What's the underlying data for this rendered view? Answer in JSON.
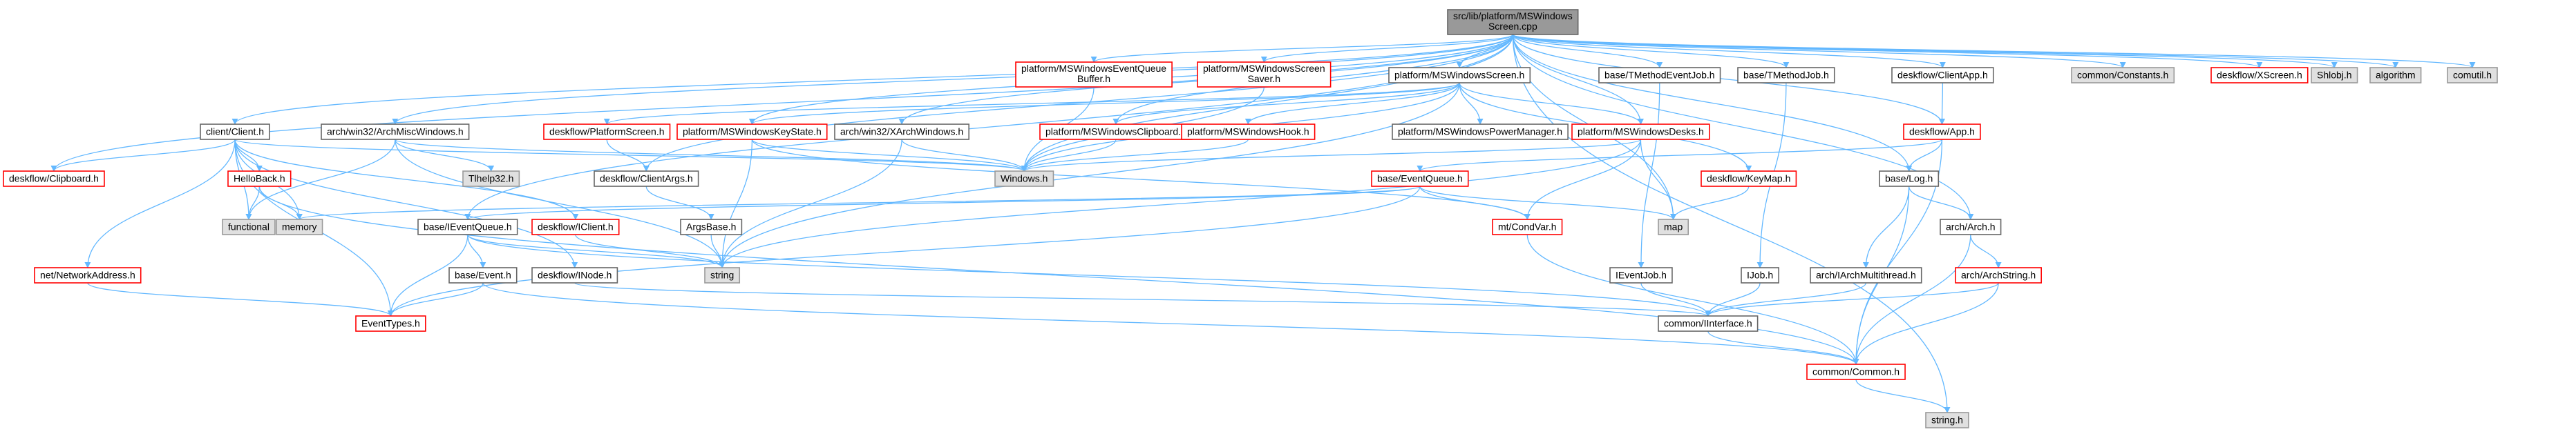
{
  "graph": {
    "kind": "include-dependency-graph",
    "colors": {
      "normal_edge": "#63b8ff",
      "normal_border": "#666666",
      "missing_border": "#ff0000",
      "system_fill": "#e0e0e0",
      "system_border": "#999999",
      "root_fill": "#999999",
      "root_border": "#666666",
      "green_edge": "#8fbc8f",
      "red_edge": "#ff0000",
      "background": "#ffffff"
    },
    "nodes": [
      {
        "id": "root",
        "lines": [
          "src/lib/platform/MSWindows",
          "Screen.cpp"
        ],
        "style": "root"
      },
      {
        "id": "n_eqb",
        "lines": [
          "platform/MSWindowsEventQueue",
          "Buffer.h"
        ],
        "style": "red"
      },
      {
        "id": "n_scrsaver",
        "lines": [
          "platform/MSWindowsScreen",
          "Saver.h"
        ],
        "style": "red"
      },
      {
        "id": "n_screen",
        "lines": [
          "platform/MSWindowsScreen.h"
        ],
        "style": "normal"
      },
      {
        "id": "n_tmej",
        "lines": [
          "base/TMethodEventJob.h"
        ],
        "style": "normal"
      },
      {
        "id": "n_tmj",
        "lines": [
          "base/TMethodJob.h"
        ],
        "style": "normal"
      },
      {
        "id": "n_clientapp",
        "lines": [
          "deskflow/ClientApp.h"
        ],
        "style": "normal"
      },
      {
        "id": "n_consts",
        "lines": [
          "common/Constants.h"
        ],
        "style": "system"
      },
      {
        "id": "n_xscreen",
        "lines": [
          "deskflow/XScreen.h"
        ],
        "style": "red"
      },
      {
        "id": "n_shlobj",
        "lines": [
          "Shlobj.h"
        ],
        "style": "system"
      },
      {
        "id": "n_algorithm",
        "lines": [
          "algorithm"
        ],
        "style": "system"
      },
      {
        "id": "n_comutil",
        "lines": [
          "comutil.h"
        ],
        "style": "system"
      },
      {
        "id": "n_client",
        "lines": [
          "client/Client.h"
        ],
        "style": "normal"
      },
      {
        "id": "n_archmisc",
        "lines": [
          "arch/win32/ArchMiscWindows.h"
        ],
        "style": "normal"
      },
      {
        "id": "n_platscreen",
        "lines": [
          "deskflow/PlatformScreen.h"
        ],
        "style": "red"
      },
      {
        "id": "n_keystate",
        "lines": [
          "platform/MSWindowsKeyState.h"
        ],
        "style": "red"
      },
      {
        "id": "n_xarch",
        "lines": [
          "arch/win32/XArchWindows.h"
        ],
        "style": "normal"
      },
      {
        "id": "n_clipboardw",
        "lines": [
          "platform/MSWindowsClipboard.h"
        ],
        "style": "red"
      },
      {
        "id": "n_hook",
        "lines": [
          "platform/MSWindowsHook.h"
        ],
        "style": "red"
      },
      {
        "id": "n_powermgr",
        "lines": [
          "platform/MSWindowsPowerManager.h"
        ],
        "style": "normal"
      },
      {
        "id": "n_desks",
        "lines": [
          "platform/MSWindowsDesks.h"
        ],
        "style": "red"
      },
      {
        "id": "n_app",
        "lines": [
          "deskflow/App.h"
        ],
        "style": "red"
      },
      {
        "id": "n_clipboard",
        "lines": [
          "deskflow/Clipboard.h"
        ],
        "style": "red"
      },
      {
        "id": "n_tlhelp",
        "lines": [
          "Tlhelp32.h"
        ],
        "style": "system"
      },
      {
        "id": "n_clientargs",
        "lines": [
          "deskflow/ClientArgs.h"
        ],
        "style": "normal"
      },
      {
        "id": "n_windows",
        "lines": [
          "Windows.h"
        ],
        "style": "system"
      },
      {
        "id": "n_keymap",
        "lines": [
          "deskflow/KeyMap.h"
        ],
        "style": "red"
      },
      {
        "id": "n_eventqueue",
        "lines": [
          "base/EventQueue.h"
        ],
        "style": "red"
      },
      {
        "id": "n_log",
        "lines": [
          "base/Log.h"
        ],
        "style": "normal"
      },
      {
        "id": "n_helloback",
        "lines": [
          "HelloBack.h"
        ],
        "style": "red"
      },
      {
        "id": "n_functional",
        "lines": [
          "functional"
        ],
        "style": "system"
      },
      {
        "id": "n_memory",
        "lines": [
          "memory"
        ],
        "style": "system"
      },
      {
        "id": "n_ieventqueue",
        "lines": [
          "base/IEventQueue.h"
        ],
        "style": "normal"
      },
      {
        "id": "n_iclient",
        "lines": [
          "deskflow/IClient.h"
        ],
        "style": "red"
      },
      {
        "id": "n_argsbase",
        "lines": [
          "ArgsBase.h"
        ],
        "style": "normal"
      },
      {
        "id": "n_condvar",
        "lines": [
          "mt/CondVar.h"
        ],
        "style": "red"
      },
      {
        "id": "n_map",
        "lines": [
          "map"
        ],
        "style": "system"
      },
      {
        "id": "n_arch",
        "lines": [
          "arch/Arch.h"
        ],
        "style": "normal"
      },
      {
        "id": "n_netaddr",
        "lines": [
          "net/NetworkAddress.h"
        ],
        "style": "red"
      },
      {
        "id": "n_string",
        "lines": [
          "string"
        ],
        "style": "system"
      },
      {
        "id": "n_event",
        "lines": [
          "base/Event.h"
        ],
        "style": "normal"
      },
      {
        "id": "n_inode",
        "lines": [
          "deskflow/INode.h"
        ],
        "style": "normal"
      },
      {
        "id": "n_ieventjob",
        "lines": [
          "IEventJob.h"
        ],
        "style": "normal"
      },
      {
        "id": "n_ijob",
        "lines": [
          "IJob.h"
        ],
        "style": "normal"
      },
      {
        "id": "n_iarchmt",
        "lines": [
          "arch/IArchMultithread.h"
        ],
        "style": "normal"
      },
      {
        "id": "n_archstring",
        "lines": [
          "arch/ArchString.h"
        ],
        "style": "red"
      },
      {
        "id": "n_eventtypes",
        "lines": [
          "EventTypes.h"
        ],
        "style": "red"
      },
      {
        "id": "n_iinterface",
        "lines": [
          "common/IInterface.h"
        ],
        "style": "normal"
      },
      {
        "id": "n_common",
        "lines": [
          "common/Common.h"
        ],
        "style": "red"
      },
      {
        "id": "n_stringh",
        "lines": [
          "string.h"
        ],
        "style": "system"
      }
    ],
    "edges": [
      [
        "root",
        "n_eqb"
      ],
      [
        "root",
        "n_scrsaver"
      ],
      [
        "root",
        "n_screen"
      ],
      [
        "root",
        "n_tmej"
      ],
      [
        "root",
        "n_tmj"
      ],
      [
        "root",
        "n_clientapp"
      ],
      [
        "root",
        "n_consts"
      ],
      [
        "root",
        "n_xscreen"
      ],
      [
        "root",
        "n_shlobj"
      ],
      [
        "root",
        "n_algorithm"
      ],
      [
        "root",
        "n_comutil"
      ],
      [
        "root",
        "n_client"
      ],
      [
        "root",
        "n_archmisc"
      ],
      [
        "root",
        "n_keystate"
      ],
      [
        "root",
        "n_xarch"
      ],
      [
        "root",
        "n_clipboardw"
      ],
      [
        "root",
        "n_desks"
      ],
      [
        "root",
        "n_clipboard"
      ],
      [
        "root",
        "n_clientargs"
      ],
      [
        "root",
        "n_app"
      ],
      [
        "root",
        "n_log"
      ],
      [
        "root",
        "n_arch"
      ],
      [
        "root",
        "n_map"
      ],
      [
        "root",
        "n_windows"
      ],
      [
        "root",
        "n_stringh"
      ],
      [
        "root",
        "n_ieventqueue"
      ],
      [
        "n_eqb",
        "n_windows"
      ],
      [
        "n_scrsaver",
        "n_windows"
      ],
      [
        "n_screen",
        "n_platscreen"
      ],
      [
        "n_screen",
        "n_keystate"
      ],
      [
        "n_screen",
        "n_clipboardw"
      ],
      [
        "n_screen",
        "n_hook"
      ],
      [
        "n_screen",
        "n_powermgr"
      ],
      [
        "n_screen",
        "n_desks"
      ],
      [
        "n_screen",
        "n_keymap"
      ],
      [
        "n_screen",
        "n_windows"
      ],
      [
        "n_screen",
        "n_string"
      ],
      [
        "n_tmej",
        "n_ieventjob"
      ],
      [
        "n_tmj",
        "n_ijob"
      ],
      [
        "n_clientapp",
        "n_app"
      ],
      [
        "n_client",
        "n_clipboard"
      ],
      [
        "n_client",
        "n_helloback"
      ],
      [
        "n_client",
        "n_functional"
      ],
      [
        "n_client",
        "n_memory"
      ],
      [
        "n_client",
        "n_netaddr"
      ],
      [
        "n_client",
        "n_eventtypes"
      ],
      [
        "n_client",
        "n_iclient"
      ],
      [
        "n_client",
        "n_inode"
      ],
      [
        "n_client",
        "n_windows"
      ],
      [
        "n_archmisc",
        "n_functional"
      ],
      [
        "n_archmisc",
        "n_tlhelp"
      ],
      [
        "n_archmisc",
        "n_string"
      ],
      [
        "n_archmisc",
        "n_windows"
      ],
      [
        "n_platscreen",
        "n_clientargs"
      ],
      [
        "n_keystate",
        "n_windows"
      ],
      [
        "n_keystate",
        "n_string"
      ],
      [
        "n_keystate",
        "n_condvar"
      ],
      [
        "n_xarch",
        "n_windows"
      ],
      [
        "n_xarch",
        "n_string"
      ],
      [
        "n_clipboardw",
        "n_windows"
      ],
      [
        "n_hook",
        "n_windows"
      ],
      [
        "n_desks",
        "n_windows"
      ],
      [
        "n_desks",
        "n_map"
      ],
      [
        "n_desks",
        "n_condvar"
      ],
      [
        "n_desks",
        "n_string"
      ],
      [
        "n_app",
        "n_log"
      ],
      [
        "n_app",
        "n_eventqueue"
      ],
      [
        "n_app",
        "n_common"
      ],
      [
        "n_clientargs",
        "n_argsbase"
      ],
      [
        "n_keymap",
        "n_map"
      ],
      [
        "n_eventqueue",
        "n_ieventqueue"
      ],
      [
        "n_eventqueue",
        "n_condvar"
      ],
      [
        "n_eventqueue",
        "n_map"
      ],
      [
        "n_eventqueue",
        "n_memory"
      ],
      [
        "n_eventqueue",
        "n_eventtypes"
      ],
      [
        "n_log",
        "n_arch"
      ],
      [
        "n_log",
        "n_iarchmt"
      ],
      [
        "n_log",
        "n_common"
      ],
      [
        "n_helloback",
        "n_functional"
      ],
      [
        "n_helloback",
        "n_memory"
      ],
      [
        "n_helloback",
        "n_common"
      ],
      [
        "n_ieventqueue",
        "n_event"
      ],
      [
        "n_ieventqueue",
        "n_eventtypes"
      ],
      [
        "n_ieventqueue",
        "n_iinterface"
      ],
      [
        "n_ieventqueue",
        "n_string"
      ],
      [
        "n_argsbase",
        "n_string"
      ],
      [
        "n_condvar",
        "n_common"
      ],
      [
        "n_arch",
        "n_archstring"
      ],
      [
        "n_arch",
        "n_common"
      ],
      [
        "n_netaddr",
        "n_eventtypes"
      ],
      [
        "n_event",
        "n_eventtypes"
      ],
      [
        "n_event",
        "n_common"
      ],
      [
        "n_inode",
        "n_iinterface"
      ],
      [
        "n_ieventjob",
        "n_iinterface"
      ],
      [
        "n_ijob",
        "n_iinterface"
      ],
      [
        "n_iarchmt",
        "n_iinterface"
      ],
      [
        "n_archstring",
        "n_iinterface"
      ],
      [
        "n_archstring",
        "n_common"
      ],
      [
        "n_iinterface",
        "n_common"
      ],
      [
        "n_common",
        "n_stringh"
      ],
      [
        "n_iclient",
        "n_string"
      ]
    ]
  }
}
